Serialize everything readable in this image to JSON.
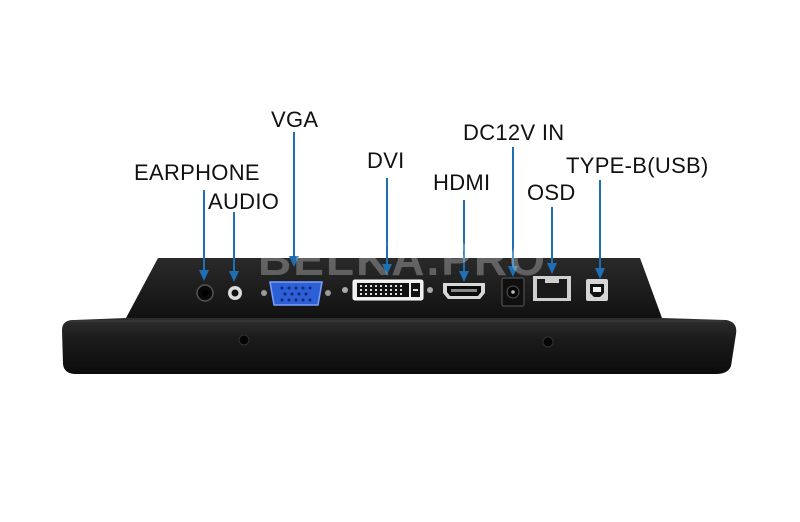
{
  "image": {
    "subject": "Monitor rear I/O panel",
    "watermark": "BELKA.PRO",
    "callout_color": "#1f6fb5",
    "body_color": "#151515"
  },
  "ports": [
    {
      "key": "earphone",
      "label": "EARPHONE",
      "icon": "audio-jack-icon"
    },
    {
      "key": "audio",
      "label": "AUDIO",
      "icon": "audio-jack-icon"
    },
    {
      "key": "vga",
      "label": "VGA",
      "icon": "vga-port-icon"
    },
    {
      "key": "dvi",
      "label": "DVI",
      "icon": "dvi-port-icon"
    },
    {
      "key": "hdmi",
      "label": "HDMI",
      "icon": "hdmi-port-icon"
    },
    {
      "key": "dc",
      "label": "DC12V IN",
      "icon": "dc-power-jack-icon"
    },
    {
      "key": "osd",
      "label": "OSD",
      "icon": "osd-port-icon"
    },
    {
      "key": "usb",
      "label": "TYPE-B(USB)",
      "icon": "usb-type-b-port-icon"
    }
  ]
}
